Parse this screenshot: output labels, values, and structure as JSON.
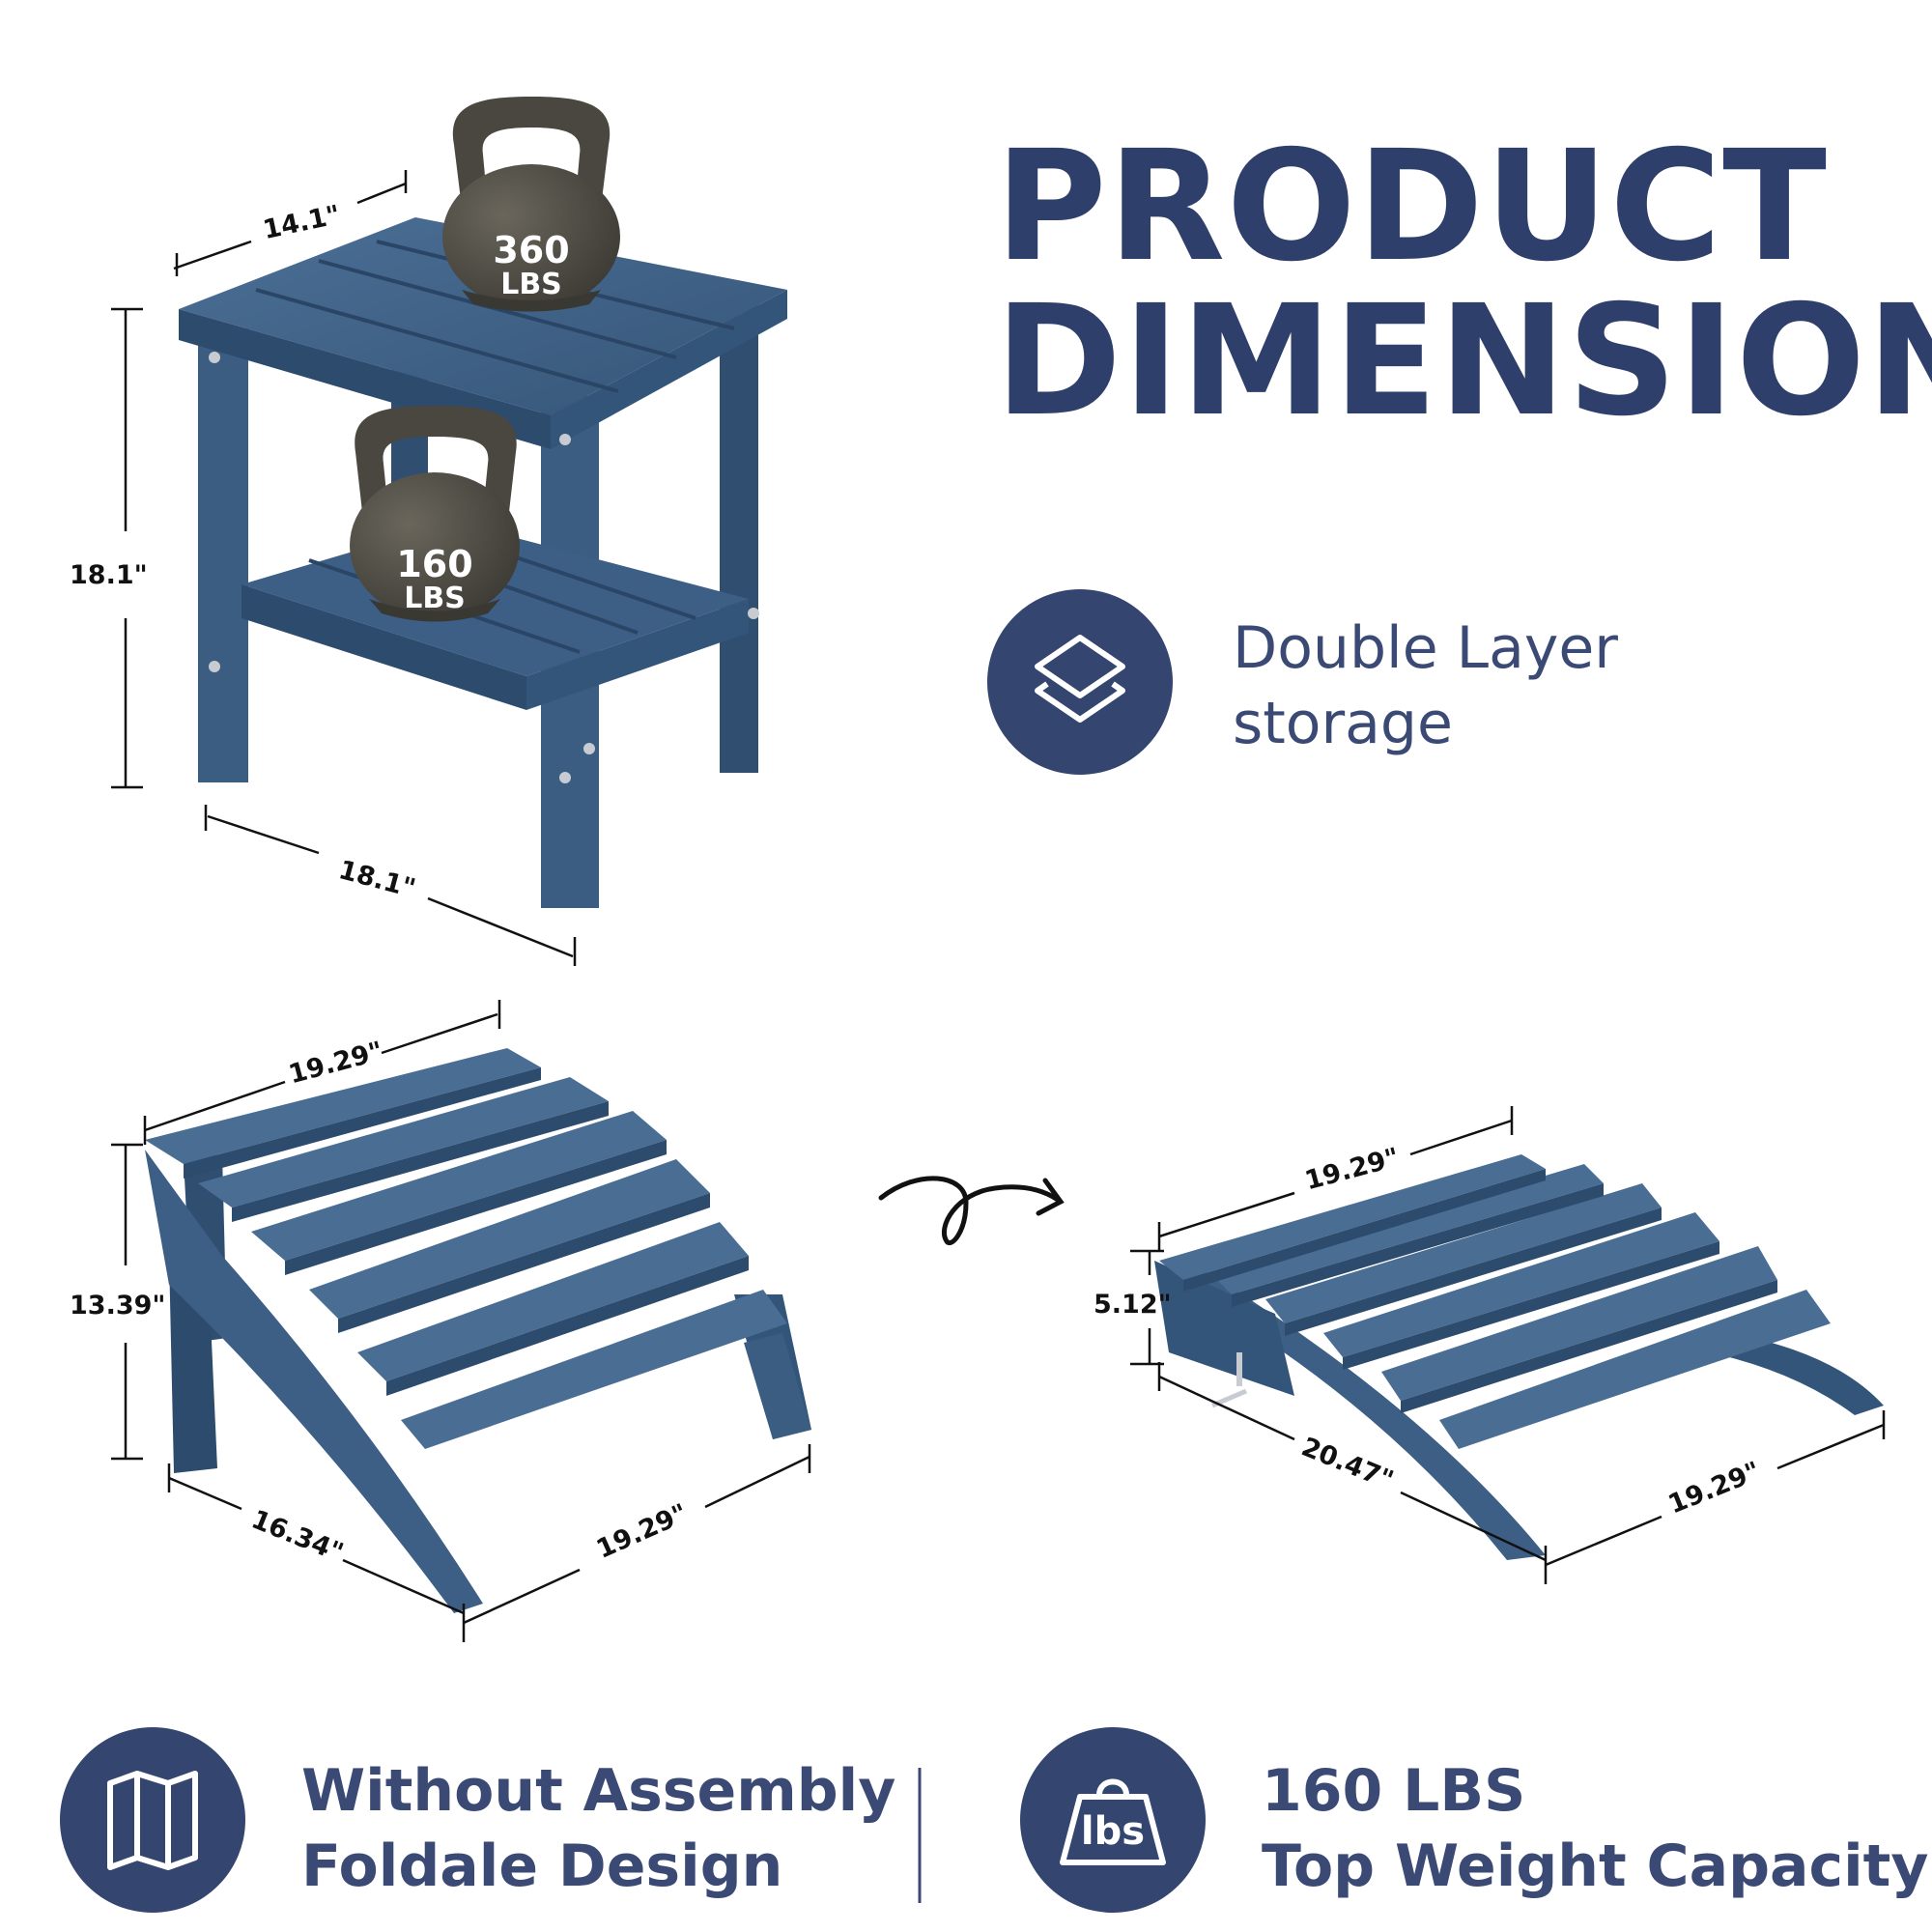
{
  "heading": {
    "line1": "PRODUCT",
    "line2": "DIMENSION"
  },
  "feature_top": {
    "line1": "Double Layer",
    "line2": "storage",
    "icon": "layers-icon"
  },
  "feature_left": {
    "line1": "Without Assembly",
    "line2": "Foldale Design",
    "icon": "folded-map-icon"
  },
  "feature_right": {
    "line1": "160 LBS",
    "line2": "Top Weight Capacity",
    "icon": "weight-lbs-icon",
    "icon_text": "lbs"
  },
  "table": {
    "width_top": "14.1\"",
    "height": "18.1\"",
    "depth": "18.1\"",
    "kettlebell_top": {
      "value": "360",
      "unit": "LBS"
    },
    "kettlebell_bottom": {
      "value": "160",
      "unit": "LBS"
    }
  },
  "ottoman_folded": {
    "top": "19.29\"",
    "height": "13.39\"",
    "depth": "16.34\"",
    "width": "19.29\""
  },
  "ottoman_open": {
    "top": "19.29\"",
    "height": "5.12\"",
    "length": "20.47\"",
    "width": "19.29\""
  },
  "colors": {
    "brand": "#34456f",
    "text": "#2f3f6b",
    "furniture": "#3f6288",
    "furniture_dark": "#2d4b6d",
    "kettlebell": "#4a4740"
  }
}
